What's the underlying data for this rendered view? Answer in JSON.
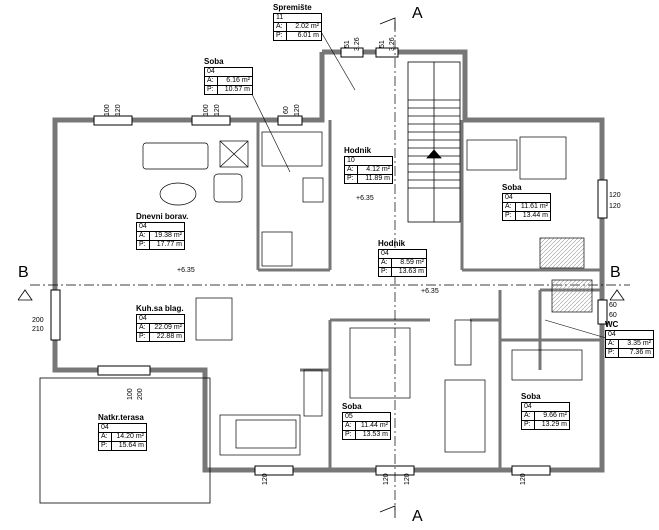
{
  "rooms": [
    {
      "id": "spremiste",
      "name": "Spremište",
      "code": "11",
      "area_label": "A:",
      "area": "2.02 m²",
      "perim_label": "P:",
      "perim": "6.01 m"
    },
    {
      "id": "soba_top",
      "name": "Soba",
      "code": "04",
      "area_label": "A:",
      "area": "6.16 m²",
      "perim_label": "P:",
      "perim": "10.57 m"
    },
    {
      "id": "hodnik_1",
      "name": "Hodnik",
      "code": "10",
      "area_label": "A:",
      "area": "4.12 m²",
      "perim_label": "P:",
      "perim": "11.89 m"
    },
    {
      "id": "soba_right",
      "name": "Soba",
      "code": "04",
      "area_label": "A:",
      "area": "11.61 m²",
      "perim_label": "P:",
      "perim": "13.44 m"
    },
    {
      "id": "dnevni",
      "name": "Dnevni borav.",
      "code": "04",
      "area_label": "A:",
      "area": "19.38 m²",
      "perim_label": "P:",
      "perim": "17.77 m"
    },
    {
      "id": "hodnik_2",
      "name": "Hodnik",
      "code": "04",
      "area_label": "A:",
      "area": "8.59 m²",
      "perim_label": "P:",
      "perim": "13.63 m"
    },
    {
      "id": "kuhinja",
      "name": "Kuh.sa blag.",
      "code": "04",
      "area_label": "A:",
      "area": "22.09 m²",
      "perim_label": "P:",
      "perim": "22.88 m"
    },
    {
      "id": "wc",
      "name": "WC",
      "code": "04",
      "area_label": "A:",
      "area": "3.35 m²",
      "perim_label": "P:",
      "perim": "7.36 m"
    },
    {
      "id": "soba_mid",
      "name": "Soba",
      "code": "05",
      "area_label": "A:",
      "area": "11.44 m²",
      "perim_label": "P:",
      "perim": "13.53 m"
    },
    {
      "id": "soba_br",
      "name": "Soba",
      "code": "04",
      "area_label": "A:",
      "area": "9.66 m²",
      "perim_label": "P:",
      "perim": "13.29 m"
    },
    {
      "id": "terasa",
      "name": "Natkr.terasa",
      "code": "04",
      "area_label": "A:",
      "area": "14.20 m²",
      "perim_label": "P:",
      "perim": "15.64 m"
    }
  ],
  "sections": {
    "a_top": "A",
    "a_bottom": "A",
    "b_left": "B",
    "b_right": "B"
  },
  "levels": {
    "l1": "+6.35",
    "l2": "+6.35",
    "l3": "+6.35"
  },
  "dims": {
    "d_top_100": "100",
    "d_top_120": "120",
    "d_top2_100": "100",
    "d_top2_120": "120",
    "d_mid_60": "60",
    "d_mid_120": "120",
    "d_st_51": "51",
    "d_st_326": "3.26",
    "d_st2_51": "51",
    "d_st2_326": "3.26",
    "d_r_120a": "120",
    "d_r_120b": "120",
    "d_r_60a": "60",
    "d_r_60b": "60",
    "d_l_200": "200",
    "d_l_210": "210",
    "d_b_100": "100",
    "d_b_200": "200",
    "d_bot_120a": "120",
    "d_bot_120b": "120",
    "d_bot_120c": "120",
    "d_bot_120d": "120"
  }
}
